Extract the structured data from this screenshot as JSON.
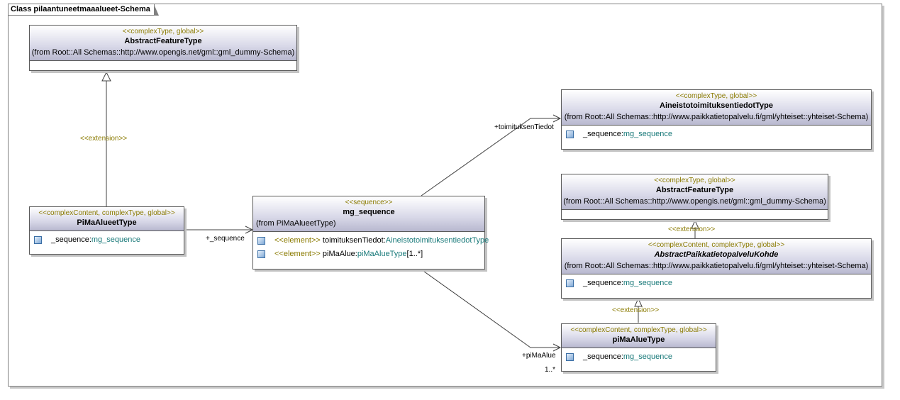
{
  "frame": {
    "title": "Class pilaantuneetmaaalueet-Schema"
  },
  "classes": {
    "abstract_feature_top": {
      "stereotype": "<<complexType, global>>",
      "name": "AbstractFeatureType",
      "from": "(from Root::All Schemas::http://www.opengis.net/gml::gml_dummy-Schema)"
    },
    "pimaalueet": {
      "stereotype": "<<complexContent, complexType, global>>",
      "name": "PiMaAlueetType",
      "attr1_name": "_sequence:",
      "attr1_type": "mg_sequence"
    },
    "mg_sequence": {
      "stereotype": "<<sequence>>",
      "name": "mg_sequence",
      "from": "(from PiMaAlueetType)",
      "attr1_stereo": "<<element>>",
      "attr1_name": " toimituksenTiedot:",
      "attr1_type": "AineistotoimituksentiedotType",
      "attr2_stereo": "<<element>>",
      "attr2_name": " piMaAlue:",
      "attr2_type": "piMaAlueType",
      "attr2_mult": "[1..*]"
    },
    "aineisto": {
      "stereotype": "<<complexType, global>>",
      "name": "AineistotoimituksentiedotType",
      "from": "(from Root::All Schemas::http://www.paikkatietopalvelu.fi/gml/yhteiset::yhteiset-Schema)",
      "attr1_name": "_sequence:",
      "attr1_type": "mg_sequence"
    },
    "abstract_feature_right": {
      "stereotype": "<<complexType, global>>",
      "name": "AbstractFeatureType",
      "from": "(from Root::All Schemas::http://www.opengis.net/gml::gml_dummy-Schema)"
    },
    "abstract_paikka": {
      "stereotype": "<<complexContent, complexType, global>>",
      "name": "AbstractPaikkatietopalveluKohde",
      "from": "(from Root::All Schemas::http://www.paikkatietopalvelu.fi/gml/yhteiset::yhteiset-Schema)",
      "attr1_name": "_sequence:",
      "attr1_type": "mg_sequence"
    },
    "pimaalue": {
      "stereotype": "<<complexContent, complexType, global>>",
      "name": "piMaAlueType",
      "attr1_name": "_sequence:",
      "attr1_type": "mg_sequence"
    }
  },
  "labels": {
    "extension_left": "<<extension>>",
    "sequence_role": "+_sequence",
    "toimituksen_role": "+toimituksenTiedot",
    "pimaalue_role": "+piMaAlue",
    "pimaalue_mult": "1..*",
    "extension_right_top": "<<extension>>",
    "extension_right_bottom": "<<extension>>"
  },
  "icons": {
    "attribute": "attribute-icon",
    "generalization": "hollow-triangle-arrow",
    "association": "open-arrow"
  }
}
